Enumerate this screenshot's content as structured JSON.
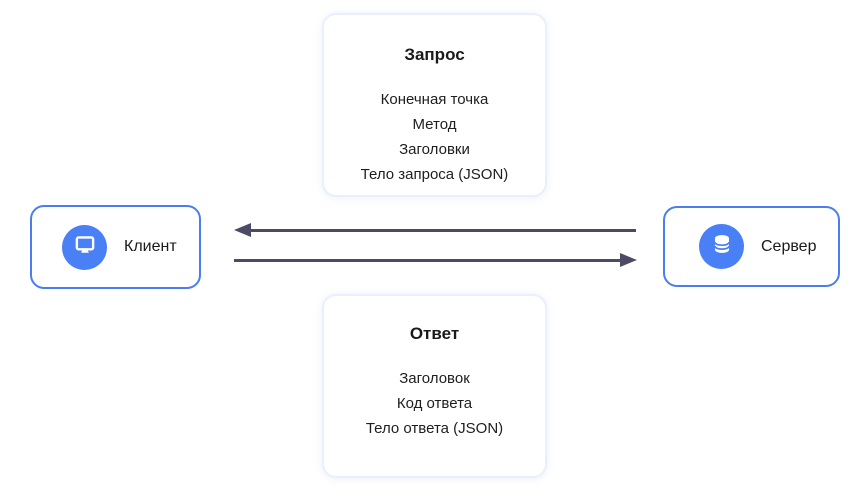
{
  "request_card": {
    "title": "Запрос",
    "items": [
      "Конечная точка",
      "Метод",
      "Заголовки",
      "Тело запроса (JSON)"
    ]
  },
  "response_card": {
    "title": "Ответ",
    "items": [
      "Заголовок",
      "Код ответа",
      "Тело ответа (JSON)"
    ]
  },
  "client_node": {
    "label": "Клиент",
    "icon": "monitor-icon"
  },
  "server_node": {
    "label": "Сервер",
    "icon": "database-icon"
  },
  "arrows": {
    "top": "server-to-client",
    "bottom": "client-to-server"
  },
  "colors": {
    "node_border": "#4a7df0",
    "icon_circle": "#4a80f5",
    "arrow": "#4b4b67",
    "card_border": "#e9effd",
    "text": "#1a1a1a"
  }
}
